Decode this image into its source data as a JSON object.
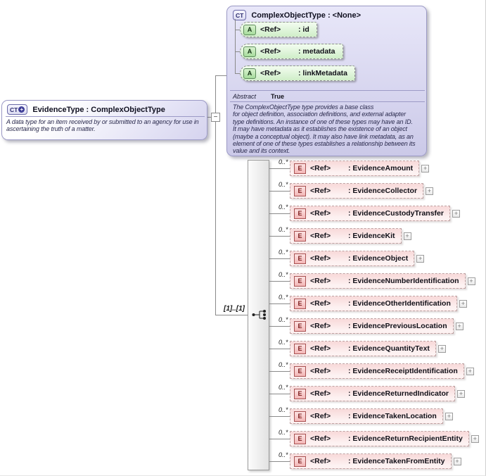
{
  "icons": {
    "complex_type": "CT",
    "ct_plus": "+",
    "attribute": "A",
    "element": "E",
    "plus": "+",
    "toggle_minus": "−"
  },
  "evidence_type": {
    "title": "EvidenceType : ComplexObjectType",
    "description": "A data type for an item received by or submitted to an agency for use in\nascertaining the truth of a matter."
  },
  "complex_object_type": {
    "title": "ComplexObjectType : <None>",
    "attributes": [
      {
        "ref": "<Ref>",
        "name": ": id"
      },
      {
        "ref": "<Ref>",
        "name": ": metadata"
      },
      {
        "ref": "<Ref>",
        "name": ": linkMetadata"
      }
    ],
    "abstract_label": "Abstract",
    "abstract_value": "True",
    "description": "The ComplexObjectType type provides a base class\nfor object definition, association definitions, and external adapter\ntype definitions. An instance of one of these types may have an ID.\nIt may have metadata as it establishes the existence of an object\n(maybe a conceptual object). It may also have link metadata, as an\nelement of one of these types establishes a relationship between its\nvalue and its context."
  },
  "sequence": {
    "cardinality": "[1]..[1]"
  },
  "elements": [
    {
      "occurs": "0..*",
      "ref": "<Ref>",
      "name": ": EvidenceAmount"
    },
    {
      "occurs": "0..*",
      "ref": "<Ref>",
      "name": ": EvidenceCollector"
    },
    {
      "occurs": "0..*",
      "ref": "<Ref>",
      "name": ": EvidenceCustodyTransfer"
    },
    {
      "occurs": "0..*",
      "ref": "<Ref>",
      "name": ": EvidenceKit"
    },
    {
      "occurs": "0..*",
      "ref": "<Ref>",
      "name": ": EvidenceObject"
    },
    {
      "occurs": "0..*",
      "ref": "<Ref>",
      "name": ": EvidenceNumberIdentification"
    },
    {
      "occurs": "0..*",
      "ref": "<Ref>",
      "name": ": EvidenceOtherIdentification"
    },
    {
      "occurs": "0..*",
      "ref": "<Ref>",
      "name": ": EvidencePreviousLocation"
    },
    {
      "occurs": "0..*",
      "ref": "<Ref>",
      "name": ": EvidenceQuantityText"
    },
    {
      "occurs": "0..*",
      "ref": "<Ref>",
      "name": ": EvidenceReceiptIdentification"
    },
    {
      "occurs": "0..*",
      "ref": "<Ref>",
      "name": ": EvidenceReturnedIndicator"
    },
    {
      "occurs": "0..*",
      "ref": "<Ref>",
      "name": ": EvidenceTakenLocation"
    },
    {
      "occurs": "0..*",
      "ref": "<Ref>",
      "name": ": EvidenceReturnRecipientEntity"
    },
    {
      "occurs": "0..*",
      "ref": "<Ref>",
      "name": ": EvidenceTakenFromEntity"
    }
  ],
  "colors": {
    "complex_box_fill": "#cbc9e8",
    "attribute_fill": "#cfeec8",
    "element_fill": "#f8d9d9",
    "connector": "#8a8a8a"
  }
}
